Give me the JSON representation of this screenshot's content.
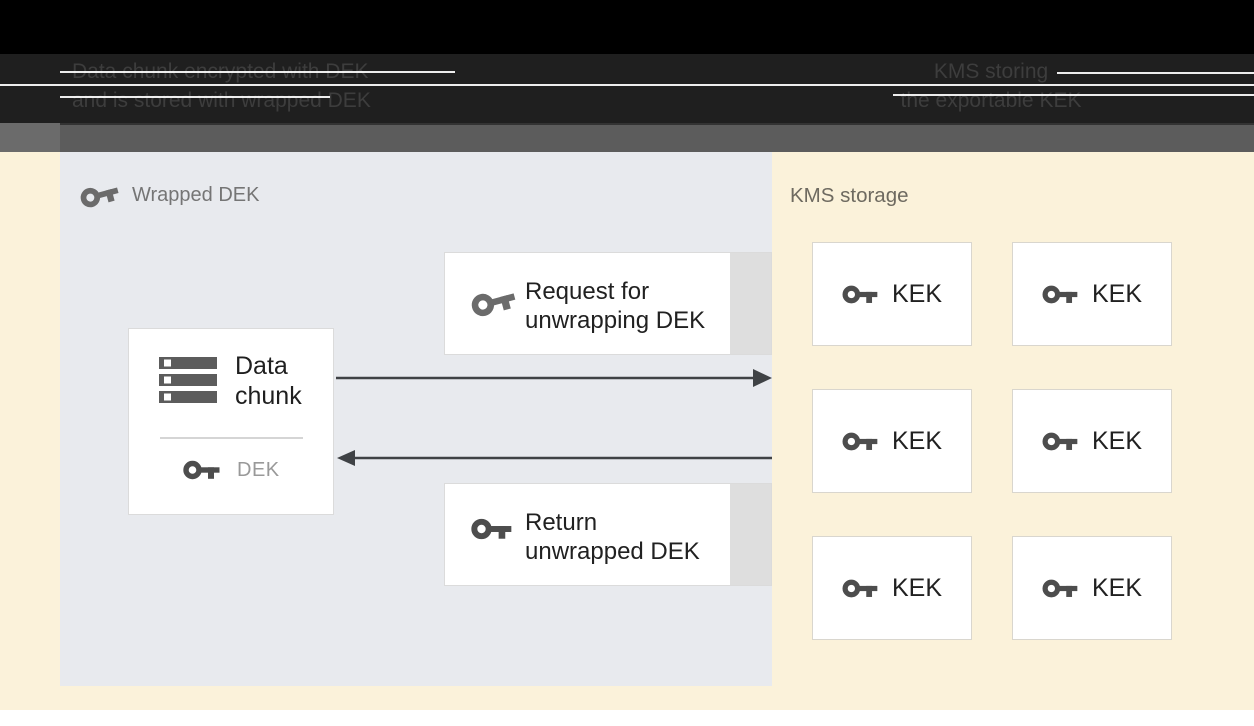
{
  "header": {
    "left_caption_line1": "Data chunk encrypted with DEK",
    "left_caption_line2": "and is stored with wrapped DEK",
    "right_caption_line1": "KMS storing",
    "right_caption_line2": "the exportable KEK"
  },
  "wrapped_dek_panel": {
    "title": "Wrapped DEK",
    "data_chunk_box": {
      "label_line1": "Data",
      "label_line2": "chunk",
      "key_label": "DEK"
    },
    "request_box": {
      "label_line1": "Request for",
      "label_line2": "unwrapping DEK"
    },
    "return_box": {
      "label_line1": "Return",
      "label_line2": "unwrapped DEK"
    }
  },
  "kms_storage": {
    "title": "KMS storage",
    "keks": [
      {
        "label": "KEK"
      },
      {
        "label": "KEK"
      },
      {
        "label": "KEK"
      },
      {
        "label": "KEK"
      },
      {
        "label": "KEK"
      },
      {
        "label": "KEK"
      }
    ]
  },
  "icons": {
    "key": "key-icon",
    "data_chunk": "storage-stack-icon",
    "arrows": [
      "request-arrow-right",
      "return-arrow-left"
    ]
  },
  "colors": {
    "background_yellow": "#FBF2DA",
    "panel_gray": "#E8EAEE",
    "box_white": "#FFFFFF",
    "box_border": "#DBDBDB",
    "side_tab_gray": "#DEDEDE",
    "dark_text": "#212121",
    "muted_text": "#757575",
    "dek_text": "#999999",
    "kms_label_text": "#6E6A60",
    "icon_dark_gray": "#4D4D4D",
    "icon_mid_gray": "#6B6B6B",
    "arrow": "#3F4245",
    "band_black": "#000000",
    "band_caption_bg": "#1F1F1F",
    "band_caption_text": "#3D3D3D",
    "band_gray": "#5C5C5C"
  }
}
